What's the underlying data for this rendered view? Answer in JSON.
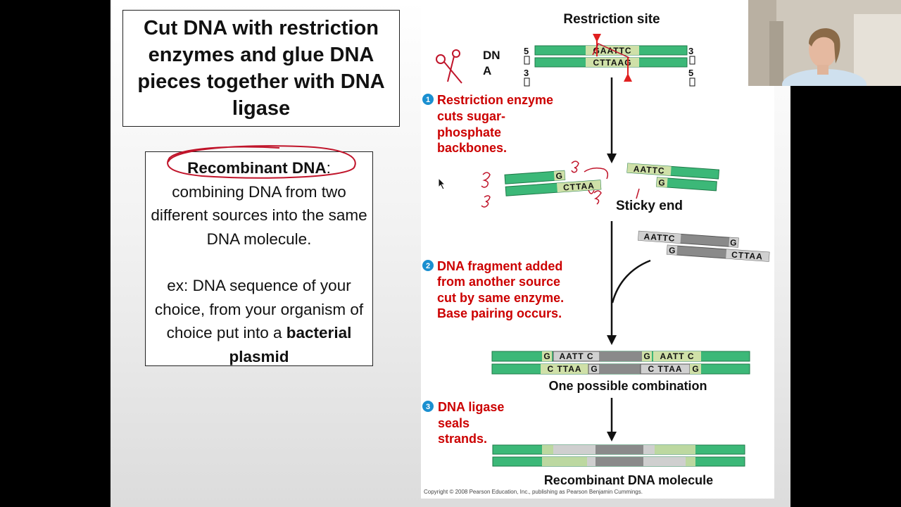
{
  "slide": {
    "title": "Cut DNA with restriction enzymes and glue DNA pieces together with DNA ligase",
    "definition_term": "Recombinant DNA",
    "definition_suffix": ":",
    "definition_text": "combining DNA from two different sources into the same DNA molecule.",
    "example_text": "ex: DNA sequence of your choice, from your organism of choice put into a",
    "example_bold": "bacterial plasmid"
  },
  "figure": {
    "restriction_site_label": "Restriction site",
    "dna_label_line1": "DN",
    "dna_label_line2": "A",
    "strand_end_5_top": "5",
    "strand_end_3_top": "3",
    "strand_end_3_bottom": "3",
    "strand_end_5_bottom": "5",
    "top_sequence": "GAATTC",
    "bottom_sequence": "CTTAAG",
    "step1_number": "1",
    "step1_lines": [
      "Restriction enzyme",
      "cuts sugar-",
      "phosphate",
      "backbones."
    ],
    "left_frag_top": "G",
    "left_frag_bottom": "CTTAA",
    "right_frag_top": "AATTC",
    "right_frag_bottom": "G",
    "sticky_end_label": "Sticky end",
    "foreign_top": "AATTC",
    "foreign_top_end": "G",
    "foreign_bottom_start": "G",
    "foreign_bottom": "CTTAA",
    "step2_number": "2",
    "step2_lines": [
      "DNA fragment added",
      "from another source",
      "cut by same enzyme.",
      "Base pairing occurs."
    ],
    "combo_top": [
      "G",
      "AATT C",
      "G",
      "AATT C"
    ],
    "combo_bottom": [
      "C TTAA",
      "G",
      "C TTAA",
      "G"
    ],
    "combo_label": "One possible combination",
    "step3_number": "3",
    "step3_lines": [
      "DNA ligase",
      "seals",
      "strands."
    ],
    "final_label": "Recombinant DNA molecule",
    "copyright": "Copyright © 2008 Pearson Education, Inc., publishing as Pearson Benjamin Cummings."
  },
  "colors": {
    "dna_green": "#3cb878",
    "dna_gray": "#8a8a8a",
    "step_red": "#cc0000",
    "step_blue": "#1a8fd0",
    "ink_red": "#c0142a"
  }
}
